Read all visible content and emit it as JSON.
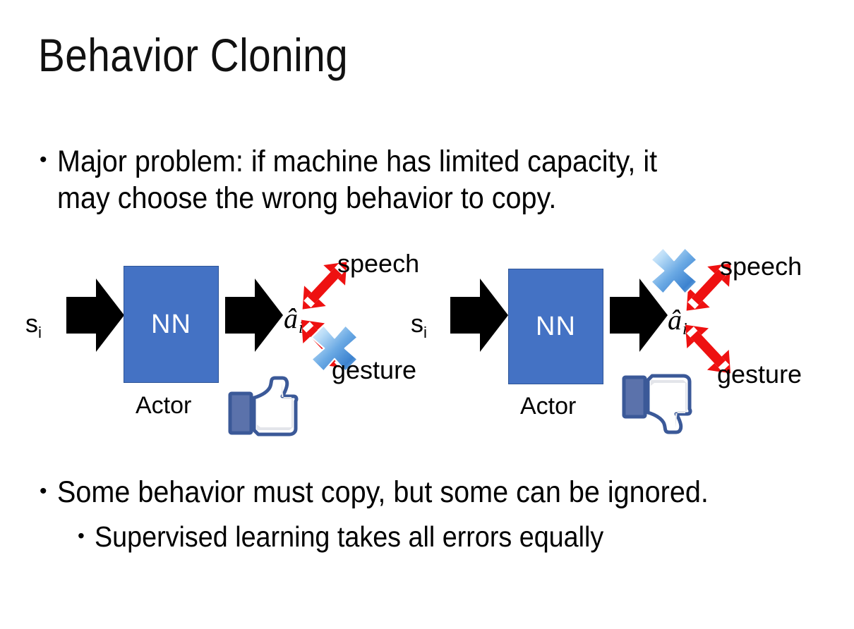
{
  "slide": {
    "title": "Behavior Cloning",
    "background_color": "#ffffff",
    "bullets": [
      {
        "marker": "•",
        "text": "Major problem: if machine has limited capacity, it\nmay choose the wrong behavior to copy.",
        "level": 1
      },
      {
        "marker": "•",
        "text": "Some behavior must copy, but some can be ignored.",
        "level": 1
      },
      {
        "marker": "•",
        "text": "Supervised learning takes all errors equally",
        "level": 2
      }
    ]
  },
  "colors": {
    "nn_box_fill": "#4472C4",
    "nn_box_border": "#2e5597",
    "black_arrow": "#000000",
    "red_arrow": "#EE1111",
    "x_mark_light": "#cfe3f7",
    "x_mark_dark": "#2f7fd0",
    "hand_outline": "#3b5998",
    "hand_fill": "#ffffff",
    "hand_shadow": "#e3e5ea",
    "text": "#000000"
  },
  "diagrams": [
    {
      "id": "left",
      "input_label": "s",
      "input_subscript": "i",
      "box_label": "NN",
      "box_caption": "Actor",
      "output_label": "â",
      "output_subscript": "i",
      "branches": [
        {
          "name": "speech",
          "label": "speech",
          "direction": "up-right",
          "crossed_out": false
        },
        {
          "name": "gesture",
          "label": "gesture",
          "direction": "down-right",
          "crossed_out": true
        }
      ],
      "verdict_icon": "thumbs-up-icon",
      "verdict": "up"
    },
    {
      "id": "right",
      "input_label": "s",
      "input_subscript": "i",
      "box_label": "NN",
      "box_caption": "Actor",
      "output_label": "â",
      "output_subscript": "i",
      "branches": [
        {
          "name": "speech",
          "label": "speech",
          "direction": "up-right",
          "crossed_out": true
        },
        {
          "name": "gesture",
          "label": "gesture",
          "direction": "down-right",
          "crossed_out": false
        }
      ],
      "verdict_icon": "thumbs-down-icon",
      "verdict": "down"
    }
  ]
}
